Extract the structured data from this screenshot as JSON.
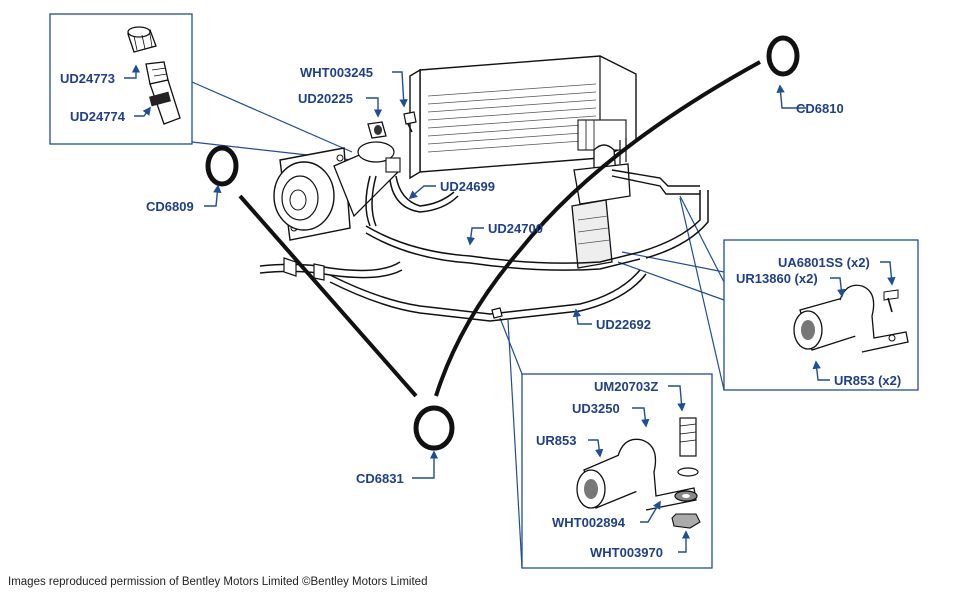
{
  "parts": {
    "ud24773": "UD24773",
    "ud24774": "UD24774",
    "wht003245": "WHT003245",
    "ud20225": "UD20225",
    "cd6810": "CD6810",
    "cd6809": "CD6809",
    "ud24699": "UD24699",
    "ud24700": "UD24700",
    "ua6801ss": "UA6801SS (x2)",
    "ur13860": "UR13860 (x2)",
    "ur853_x2": "UR853 (x2)",
    "ud22692": "UD22692",
    "um20703z": "UM20703Z",
    "ud3250": "UD3250",
    "ur853": "UR853",
    "cd6831": "CD6831",
    "wht002894": "WHT002894",
    "wht003970": "WHT003970"
  },
  "credit": "Images reproduced permission of Bentley Motors Limited ©Bentley Motors Limited",
  "colors": {
    "label": "#1f3f86",
    "leader": "#1f4e96",
    "ink": "#111111"
  }
}
